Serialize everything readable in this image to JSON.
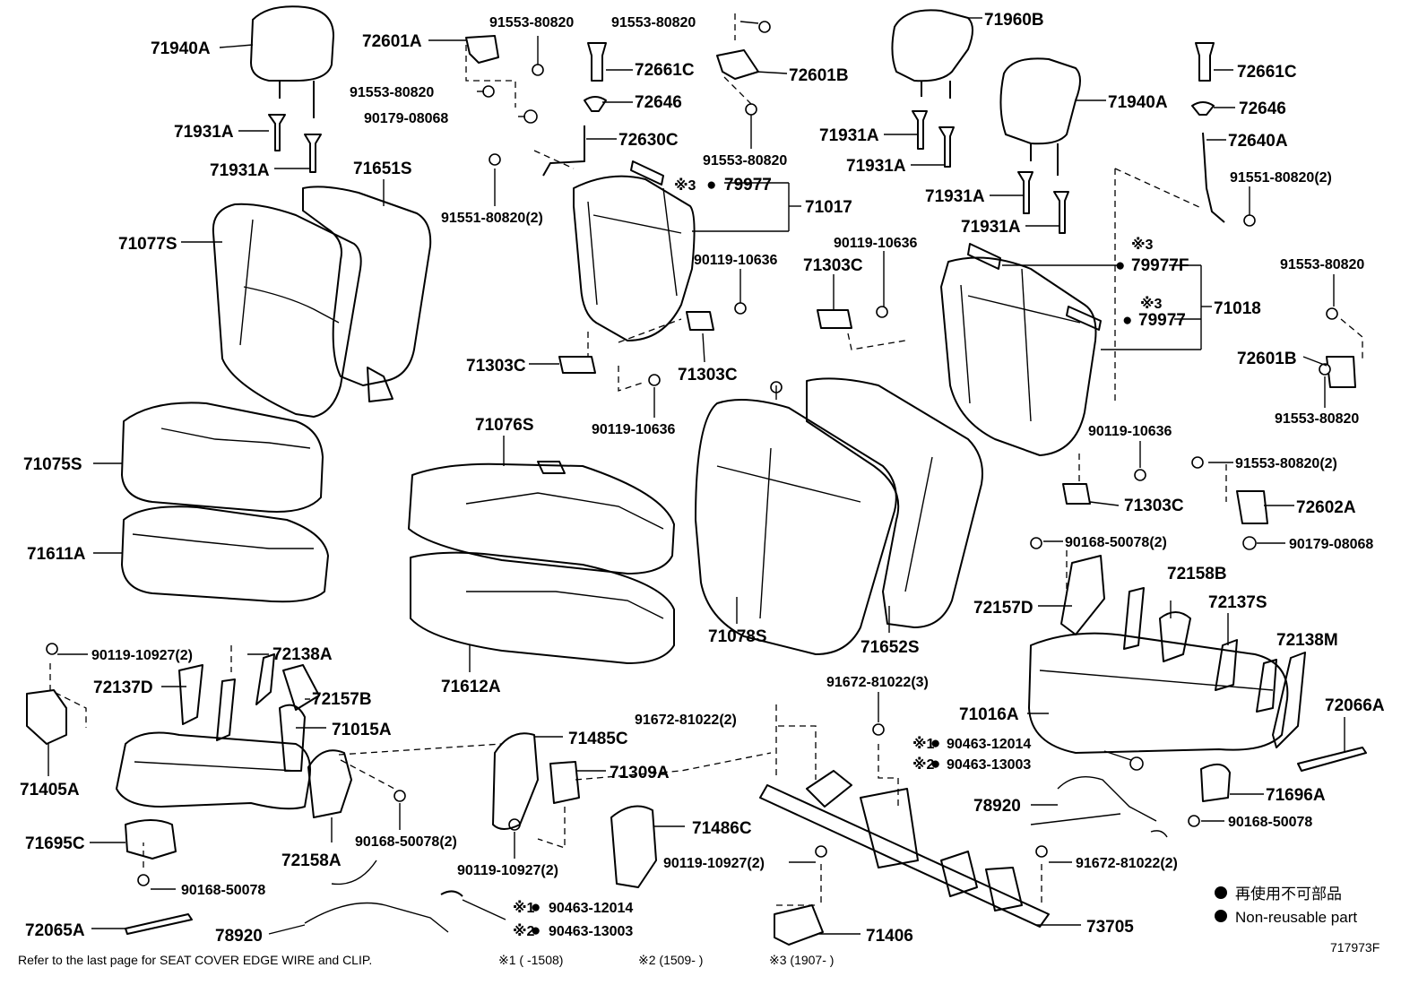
{
  "labels": {
    "l_71940A_a": "71940A",
    "l_72601A": "72601A",
    "l_91553_a": "91553-80820",
    "l_91553_b": "91553-80820",
    "l_91553_c": "91553-80820",
    "l_91553_d": "91553-80820",
    "l_91553_e": "91553-80820",
    "l_91553_f": "91553-80820",
    "l_91553_g": "91553-80820(2)",
    "l_90179_a": "90179-08068",
    "l_90179_b": "90179-08068",
    "l_72661C_a": "72661C",
    "l_72661C_b": "72661C",
    "l_72646_a": "72646",
    "l_72646_b": "72646",
    "l_72630C": "72630C",
    "l_72601B_a": "72601B",
    "l_72601B_b": "72601B",
    "l_71960B": "71960B",
    "l_71940A_b": "71940A",
    "l_71931A_1": "71931A",
    "l_71931A_2": "71931A",
    "l_71931A_3": "71931A",
    "l_71931A_4": "71931A",
    "l_71931A_5": "71931A",
    "l_71931A_6": "71931A",
    "l_72640A": "72640A",
    "l_91551_a": "91551-80820(2)",
    "l_91551_b": "91551-80820(2)",
    "l_71651S": "71651S",
    "l_71077S": "71077S",
    "l_79977_a": "79977",
    "l_71017": "71017",
    "l_90119_10636_a": "90119-10636",
    "l_90119_10636_b": "90119-10636",
    "l_90119_10636_c": "90119-10636",
    "l_90119_10636_d": "90119-10636",
    "l_71303C_a": "71303C",
    "l_71303C_b": "71303C",
    "l_71303C_c": "71303C",
    "l_71303C_d": "71303C",
    "l_79977F": "79977F",
    "l_79977_b": "79977",
    "l_71018": "71018",
    "l_71076S": "71076S",
    "l_71075S": "71075S",
    "l_71611A": "71611A",
    "l_71078S": "71078S",
    "l_71652S": "71652S",
    "l_71612A": "71612A",
    "l_72602A": "72602A",
    "l_90168_a": "90168-50078(2)",
    "l_90168_b": "90168-50078(2)",
    "l_90168_c": "90168-50078",
    "l_90168_d": "90168-50078",
    "l_72158B": "72158B",
    "l_72137S": "72137S",
    "l_72157D": "72157D",
    "l_72138M": "72138M",
    "l_90119_10927_a": "90119-10927(2)",
    "l_90119_10927_b": "90119-10927(2)",
    "l_90119_10927_c": "90119-10927(2)",
    "l_72138A": "72138A",
    "l_72137D": "72137D",
    "l_72157B": "72157B",
    "l_71015A": "71015A",
    "l_91672_a": "91672-81022(2)",
    "l_91672_b": "91672-81022(3)",
    "l_91672_c": "91672-81022(2)",
    "l_71485C": "71485C",
    "l_71309A": "71309A",
    "l_71016A": "71016A",
    "l_72066A": "72066A",
    "l_71405A": "71405A",
    "l_90463_12014_a": "90463-12014",
    "l_90463_13003_a": "90463-13003",
    "l_90463_12014_b": "90463-12014",
    "l_90463_13003_b": "90463-13003",
    "l_78920_a": "78920",
    "l_78920_b": "78920",
    "l_71696A": "71696A",
    "l_71695C": "71695C",
    "l_72158A": "72158A",
    "l_71486C": "71486C",
    "l_72065A": "72065A",
    "l_71406": "71406",
    "l_73705": "73705"
  },
  "marks": {
    "ref1": "※1",
    "ref2": "※2",
    "ref3": "※3",
    "dot": "●"
  },
  "legend": {
    "jp": "再使用不可部品",
    "en": "Non-reusable part"
  },
  "footer": {
    "note": "Refer to the last page for SEAT COVER EDGE WIRE and CLIP.",
    "r1": "※1 (      -1508)",
    "r2": "※2 (1509-      )",
    "r3": "※3 (1907-      )"
  },
  "figure_id": "717973F"
}
